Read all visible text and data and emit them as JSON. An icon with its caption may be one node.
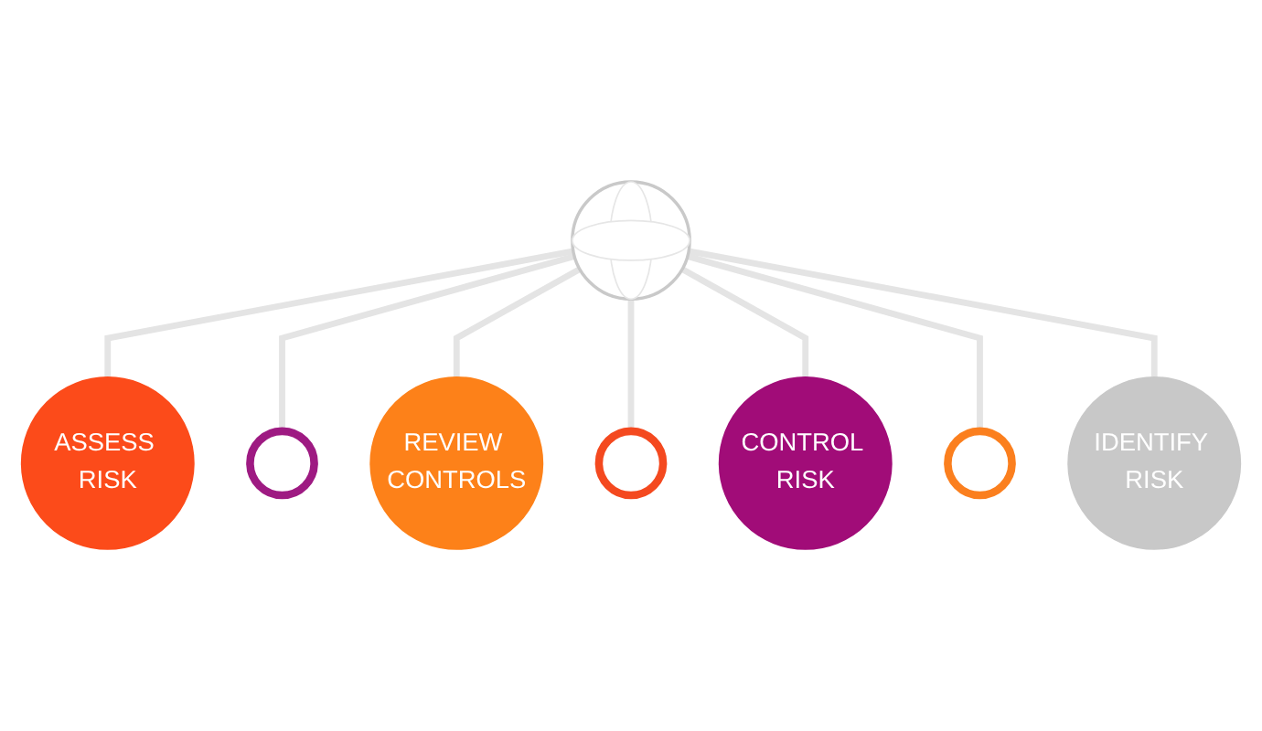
{
  "diagram": {
    "nodes": [
      {
        "text": [],
        "shape": "picture"
      },
      {
        "text": [
          "ASSESS RISK"
        ]
      },
      {
        "text": [],
        "shape": "circle"
      },
      {
        "text": [
          "REVIEW CONTROLS"
        ]
      },
      {
        "text": [],
        "shape": "circle"
      },
      {
        "text": [
          "CONTROL RISK"
        ]
      },
      {
        "text": [],
        "shape": "circle"
      },
      {
        "text": [
          "IDENTIFY RISK"
        ]
      }
    ],
    "edges": [
      {
        "from": 0,
        "to": 1,
        "arrow": "none"
      },
      {
        "from": 0,
        "to": 2,
        "arrow": "none"
      },
      {
        "from": 0,
        "to": 3,
        "arrow": "none"
      },
      {
        "from": 0,
        "to": 4,
        "arrow": "none"
      },
      {
        "from": 0,
        "to": 5,
        "arrow": "none"
      },
      {
        "from": 0,
        "to": 6,
        "arrow": "none"
      },
      {
        "from": 0,
        "to": 7,
        "arrow": "none"
      }
    ]
  }
}
